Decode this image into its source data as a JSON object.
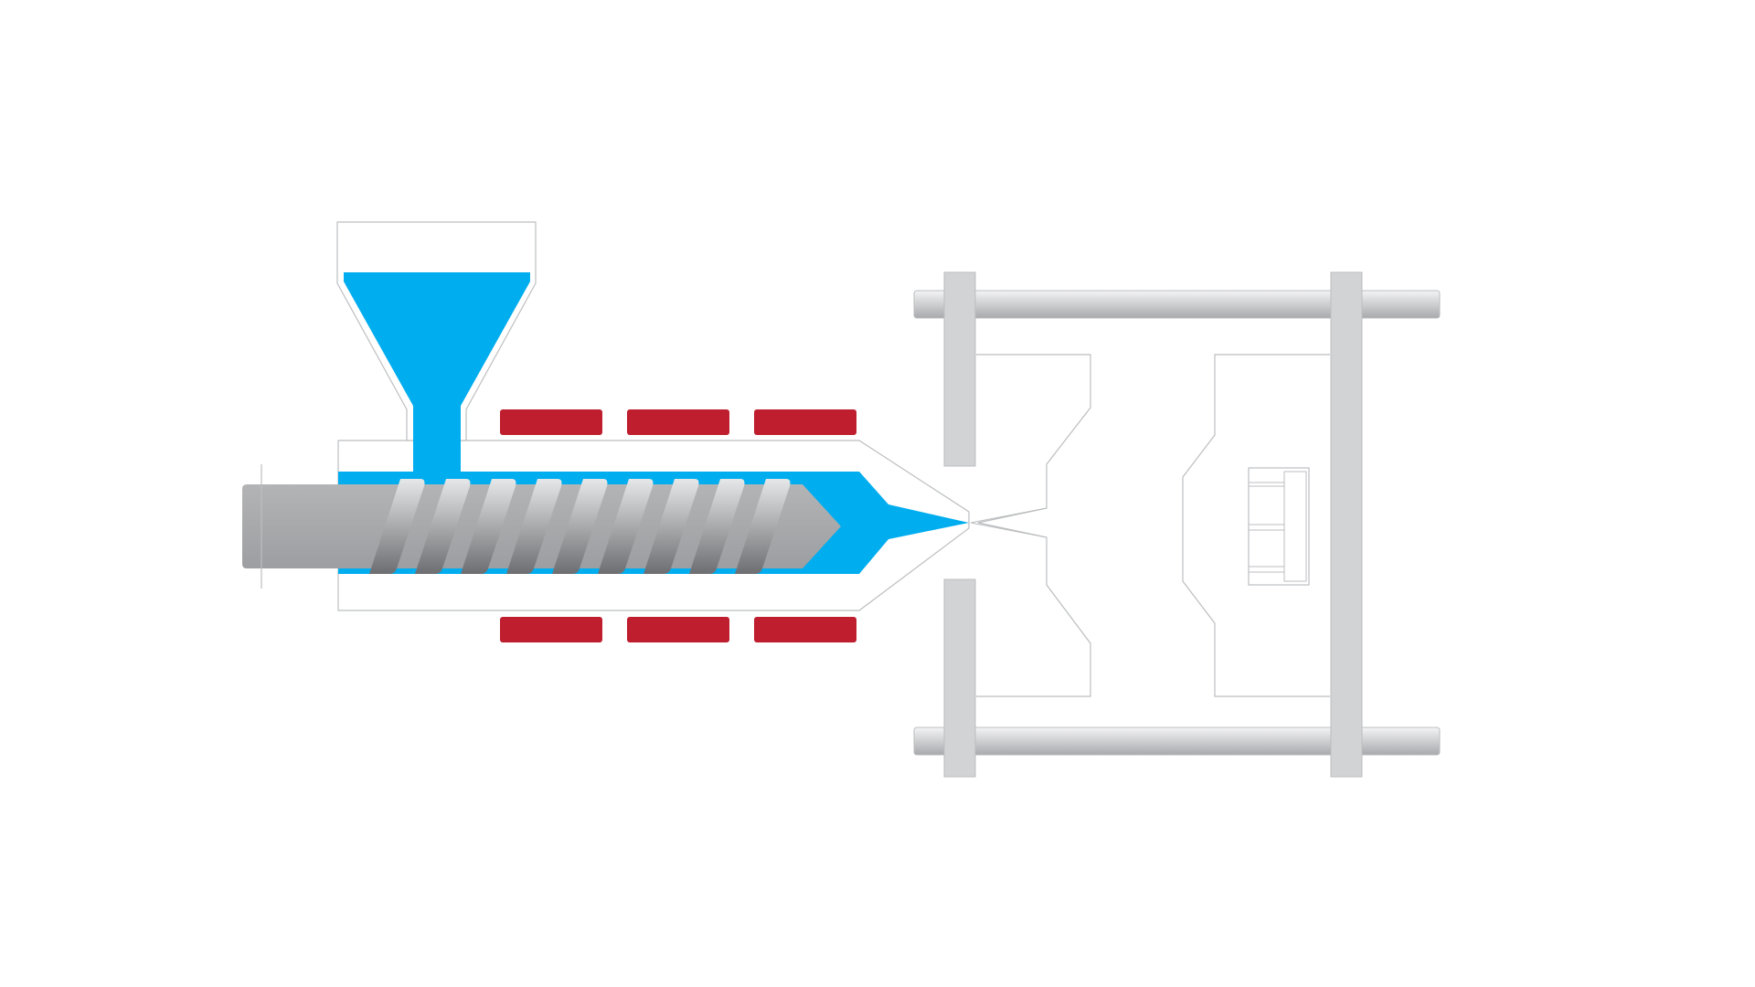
{
  "diagram": {
    "subject": "injection-molding-machine",
    "labels": []
  },
  "colors": {
    "background": "#ffffff",
    "plastic_melt": "#00adee",
    "screw": "#a7a8aa",
    "screw_flight_light": "#e6e7e8",
    "screw_flight_dark": "#6d6e71",
    "heater_bands": "#be1e2d",
    "outline": "#bcbec0",
    "platen_fill": "#d1d3d4",
    "tie_bar_light": "#f4f4f5",
    "tie_bar_dark": "#a7a9ac"
  },
  "components": {
    "hopper": {
      "icon": "hopper-icon"
    },
    "screw": {
      "flight_count": 9
    },
    "heater_bands": {
      "count_per_side": 3
    },
    "mold": {
      "cavity_state": "empty"
    }
  }
}
